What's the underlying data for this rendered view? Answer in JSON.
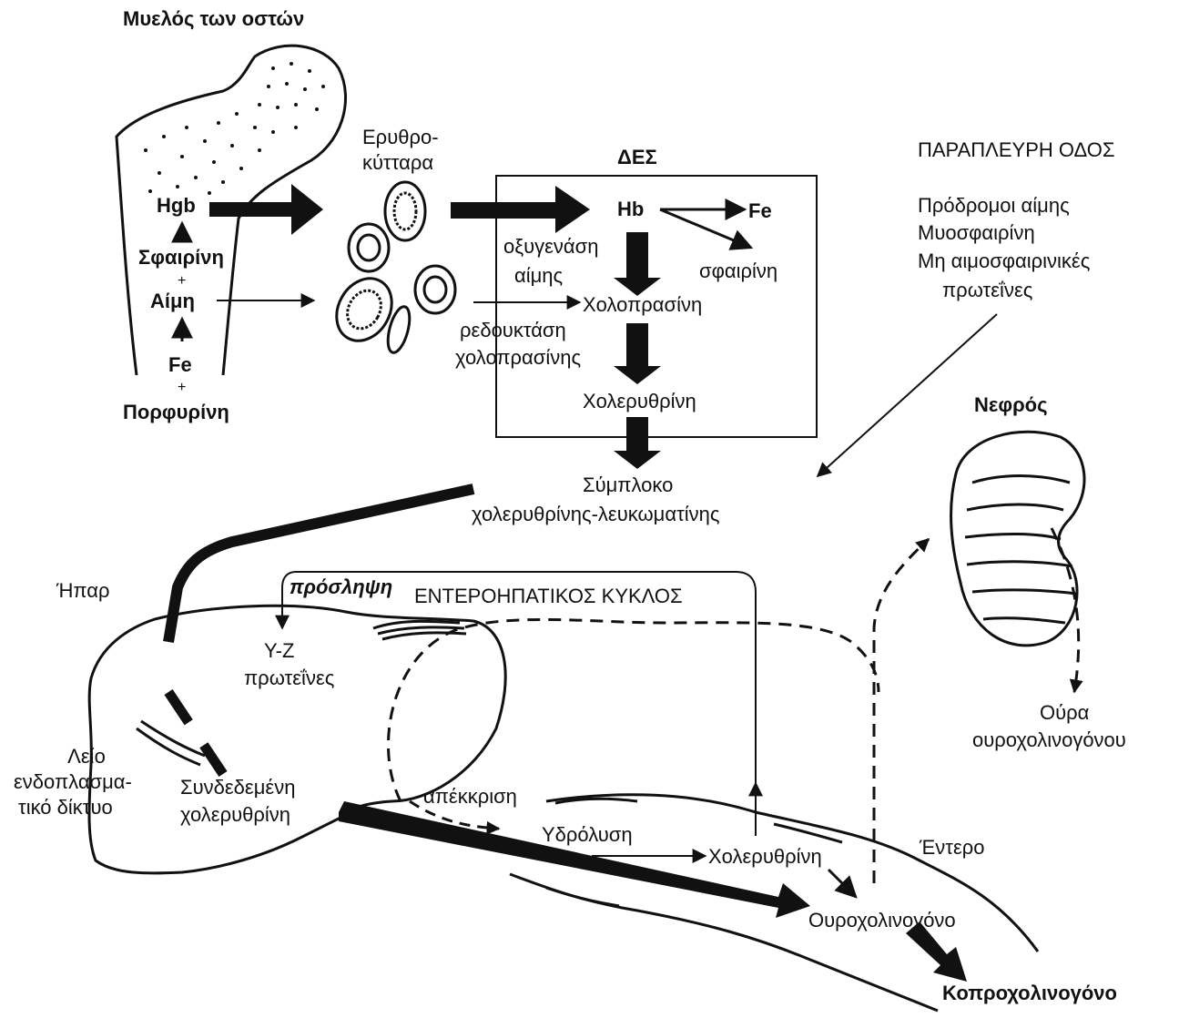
{
  "labels": {
    "bone_marrow": "Μυελός των οστών",
    "hgb": "Hgb",
    "globin_left": "Σφαιρίνη",
    "plus1": "+",
    "heme": "Αίμη",
    "fe_left": "Fe",
    "plus2": "+",
    "porphyrin": "Πορφυρίνη",
    "erythrocytes_1": "Ερυθρο-",
    "erythrocytes_2": "κύτταρα",
    "res": "ΔΕΣ",
    "hb": "Hb",
    "fe_right": "Fe",
    "globin_right": "σφαιρίνη",
    "heme_oxygenase_1": "οξυγενάση",
    "heme_oxygenase_2": "αίμης",
    "biliverdin": "Χολοπρασίνη",
    "biliverdin_reductase_1": "ρεδουκτάση",
    "biliverdin_reductase_2": "χολοπρασίνης",
    "bilirubin_res": "Χολερυθρίνη",
    "complex_1": "Σύμπλοκο",
    "complex_2": "χολερυθρίνης-λευκωματίνης",
    "side_path_title": "ΠΑΡΑΠΛΕΥΡΗ ΟΔΟΣ",
    "side_path_1": "Πρόδρομοι αίμης",
    "side_path_2": "Μυοσφαιρίνη",
    "side_path_3": "Μη αιμοσφαιρινικές",
    "side_path_4": "πρωτεΐνες",
    "kidney": "Νεφρός",
    "liver": "Ήπαρ",
    "uptake": "πρόσληψη",
    "enterohepatic": "ΕΝΤΕΡΟΗΠΑΤΙΚΟΣ ΚΥΚΛΟΣ",
    "yz_1": "Υ-Ζ",
    "yz_2": "πρωτεΐνες",
    "ser_1": "Λείο",
    "ser_2": "ενδοπλασμα-",
    "ser_3": "τικό δίκτυο",
    "conj_1": "Συνδεδεμένη",
    "conj_2": "χολερυθρίνη",
    "secretion": "απέκκριση",
    "hydrolysis": "Υδρόλυση",
    "bilirubin_gut": "Χολερυθρίνη",
    "gut": "Έντερο",
    "urobilinogen": "Ουροχολινογόνο",
    "stercobilinogen": "Κοπροχολινογόνο",
    "urine_1": "Ούρα",
    "urine_2": "ουροχολινογόνου"
  }
}
